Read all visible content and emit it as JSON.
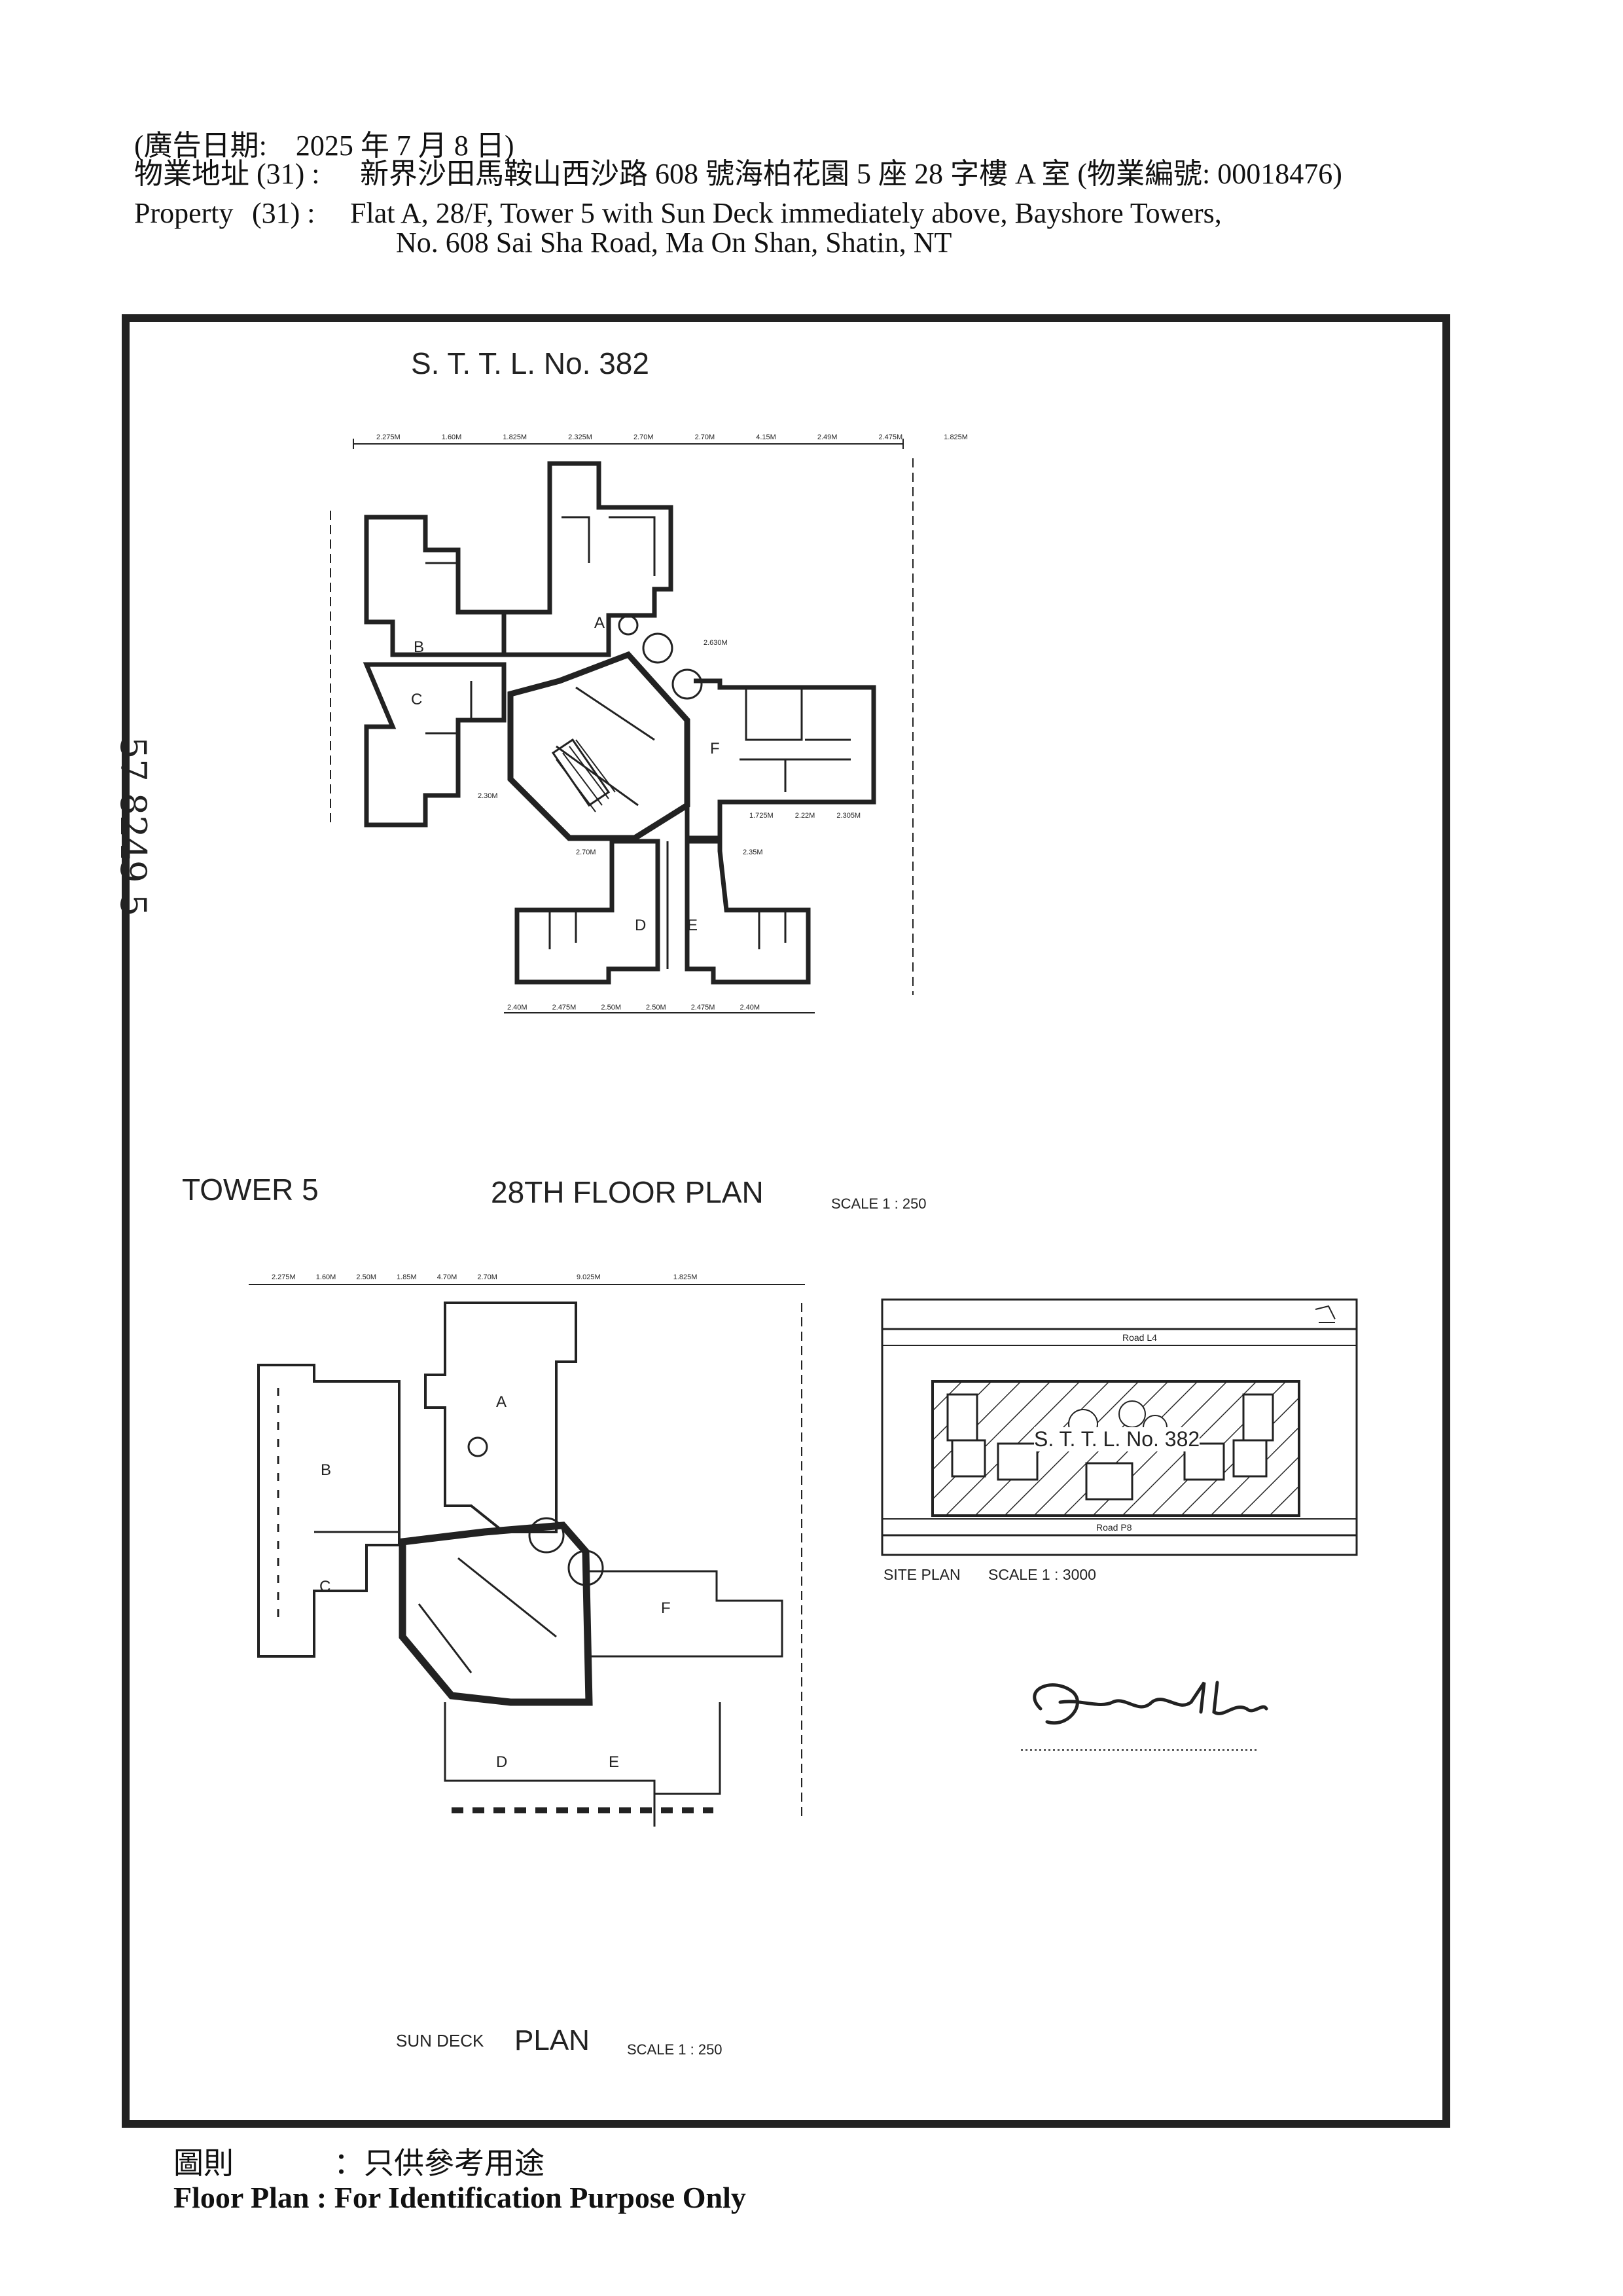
{
  "header": {
    "ad_date": "(廣告日期:　2025 年 7 月 8 日)",
    "address_zh_label": "物業地址",
    "address_zh_no": "(31) :",
    "address_zh": "新界沙田馬鞍山西沙路 608 號海柏花園 5 座 28 字樓 A 室 (物業編號: 00018476)",
    "property_label": "Property",
    "property_no": "(31) :",
    "property_line1": "Flat A, 28/F, Tower 5 with Sun Deck immediately above, Bayshore Towers,",
    "property_line2": "No. 608 Sai Sha Road, Ma On Shan, Shatin, NT"
  },
  "plan": {
    "lot": "S. T. T. L. No. 382",
    "tower": "TOWER 5",
    "floor_plan_title": "28TH FLOOR PLAN",
    "floor_plan_scale": "SCALE 1 : 250",
    "sun_deck_small": "SUN DECK",
    "sun_deck_big": "PLAN",
    "sun_deck_scale": "SCALE 1 : 250",
    "site_plan_label": "SITE PLAN",
    "site_plan_scale": "SCALE 1 : 3000",
    "site_lot": "S. T. T. L. No. 382",
    "road_top": "Road L4",
    "road_bottom": "Road P8",
    "margin_note": "57 8249 5",
    "flats": [
      "A",
      "B",
      "C",
      "D",
      "E",
      "F"
    ],
    "dims_top": [
      "2.275M",
      "1.60M",
      "1.825M",
      "2.325M",
      "2.70M",
      "2.70M",
      "4.15M",
      "2.49M",
      "2.475M",
      "1.825M"
    ],
    "dims_bottom": [
      "2.40M",
      "2.475M",
      "2.50M",
      "2.50M",
      "2.475M",
      "2.40M"
    ],
    "dims_right": [
      "1.725M",
      "2.22M",
      "2.305M"
    ],
    "dim_mid1": "2.630M",
    "dim_mid2": "2.30M",
    "dim_mid3": "2.70M",
    "dim_mid4": "2.35M",
    "sd_dims_top": [
      "2.275M",
      "1.60M",
      "2.50M",
      "1.85M",
      "4.70M",
      "2.70M",
      "9.025M",
      "1.825M"
    ]
  },
  "footer": {
    "zh_label": "圖則",
    "zh_text": "：只供參考用途",
    "en_text": "Floor Plan : For Identification Purpose Only"
  }
}
